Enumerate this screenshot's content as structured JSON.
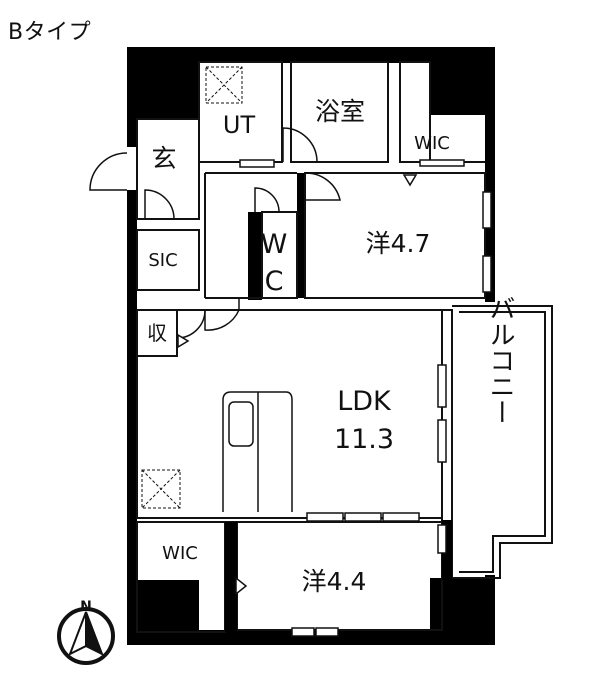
{
  "plan_title": "Bタイプ",
  "rooms": {
    "entrance": "玄",
    "utility": "UT",
    "bath": "浴室",
    "wic_top": "WIC",
    "wc_top": "W",
    "wc_bottom": "C",
    "sic": "SIC",
    "western1_name": "洋4.7",
    "storage": "収",
    "ldk_name": "LDK",
    "ldk_size": "11.3",
    "balcony": "バルコニー",
    "wic_bottom": "WIC",
    "western2_name": "洋4.4"
  },
  "compass": {
    "label": "N",
    "icon": "north-arrow-icon"
  },
  "colors": {
    "wall": "#000000",
    "line": "#111111",
    "background": "#ffffff"
  }
}
